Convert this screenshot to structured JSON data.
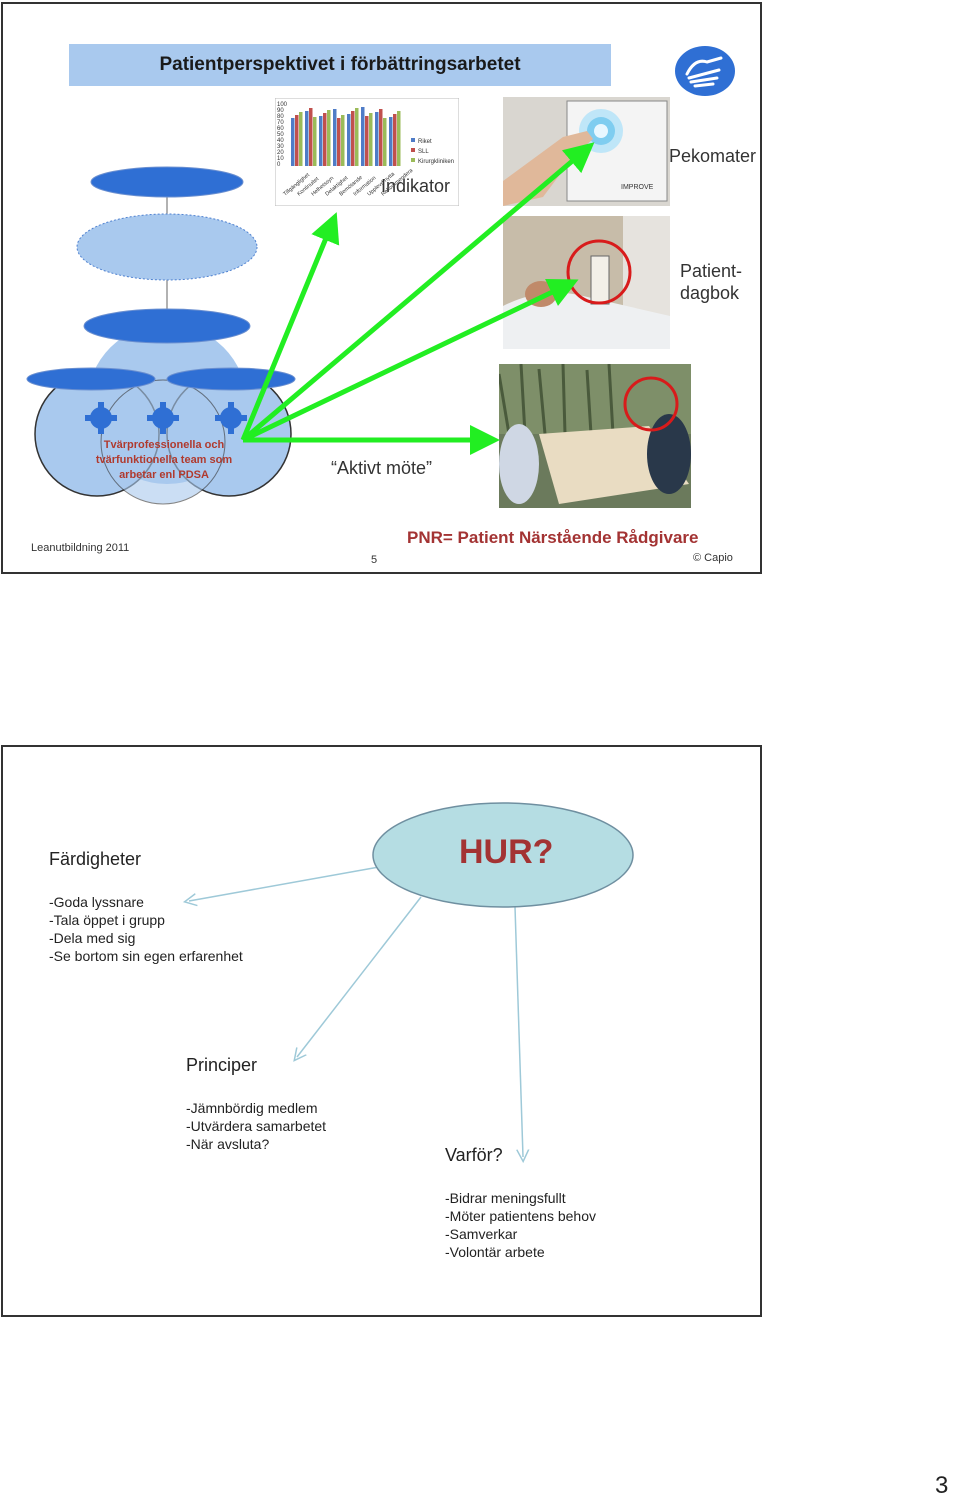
{
  "slide1": {
    "title": "Patientperspektivet i förbättringsarbetet",
    "labels": {
      "indikator": "Indikator",
      "pekomater": "Pekomater",
      "patientdagbok_line1": "Patient-",
      "patientdagbok_line2": "dagbok",
      "aktivt_mote": "“Aktivt möte”"
    },
    "team_text": {
      "line1": "Tvärprofessionella och",
      "line2": "tvärfunktionella team som",
      "line3": "arbetar enl PDSA"
    },
    "mini_chart": {
      "y_ticks": [
        "100",
        "90",
        "80",
        "70",
        "60",
        "50",
        "40",
        "30",
        "20",
        "10",
        "0"
      ],
      "legend": [
        "Riket",
        "SLL",
        "Kirurgkliniken"
      ],
      "categories": [
        "Tillgänglighet",
        "Kontinuitet",
        "Helhetssyn",
        "Delaktighet",
        "Bemötande",
        "Information",
        "Upplevd nytta",
        "Rekommendera"
      ]
    },
    "pekomater_brand": "IMPROVE",
    "footer": {
      "left": "Leanutbildning 2011",
      "page": "5",
      "pnr": "PNR= Patient Närstående Rådgivare",
      "copyright": "© Capio"
    },
    "colors": {
      "title_bg": "#a9c9ee",
      "ellipse_blue": "#2f6fd4",
      "arrow_green": "#22ee22",
      "pnr_red": "#a33333",
      "gear_blue": "#2f6fd4"
    }
  },
  "slide2": {
    "hub": "HUR?",
    "fardigheter": {
      "heading": "Färdigheter",
      "items": "-Goda lyssnare\n-Tala öppet i grupp\n-Dela med sig\n-Se bortom sin egen erfarenhet"
    },
    "principer": {
      "heading": "Principer",
      "items": "-Jämnbördig medlem\n-Utvärdera samarbetet\n-När avsluta?"
    },
    "varfor": {
      "heading": "Varför?",
      "items": "-Bidrar meningsfullt\n-Möter patientens behov\n-Samverkar\n-Volontär arbete"
    },
    "colors": {
      "hub_fill": "#b5dde3",
      "hub_text": "#a33333",
      "connector": "#9ec9d8"
    }
  },
  "page_number": "3"
}
